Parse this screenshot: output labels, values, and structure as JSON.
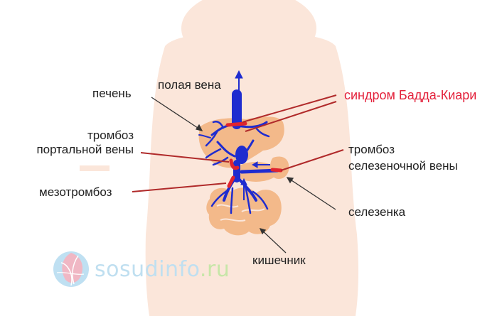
{
  "labels": {
    "vena_cava": "полая вена",
    "liver": "печень",
    "budd_chiari": "синдром Бадда-Киари",
    "portal_thrombosis_line1": "тромбоз",
    "portal_thrombosis_line2": "портальной вены",
    "splenic_thrombosis_line1": "тромбоз",
    "splenic_thrombosis_line2": "селезеночной вены",
    "mesothrombosis": "мезотромбоз",
    "spleen": "селезенка",
    "intestine": "кишечник"
  },
  "watermark": {
    "main": "sosudinfo",
    "dot_ru": ".ru"
  },
  "colors": {
    "skin": "#fbe6da",
    "organ": "#f3b98a",
    "vein": "#1f2ccf",
    "thrombus": "#e0242e",
    "pointer_red": "#b02a2a",
    "highlight": "#e3203a"
  }
}
